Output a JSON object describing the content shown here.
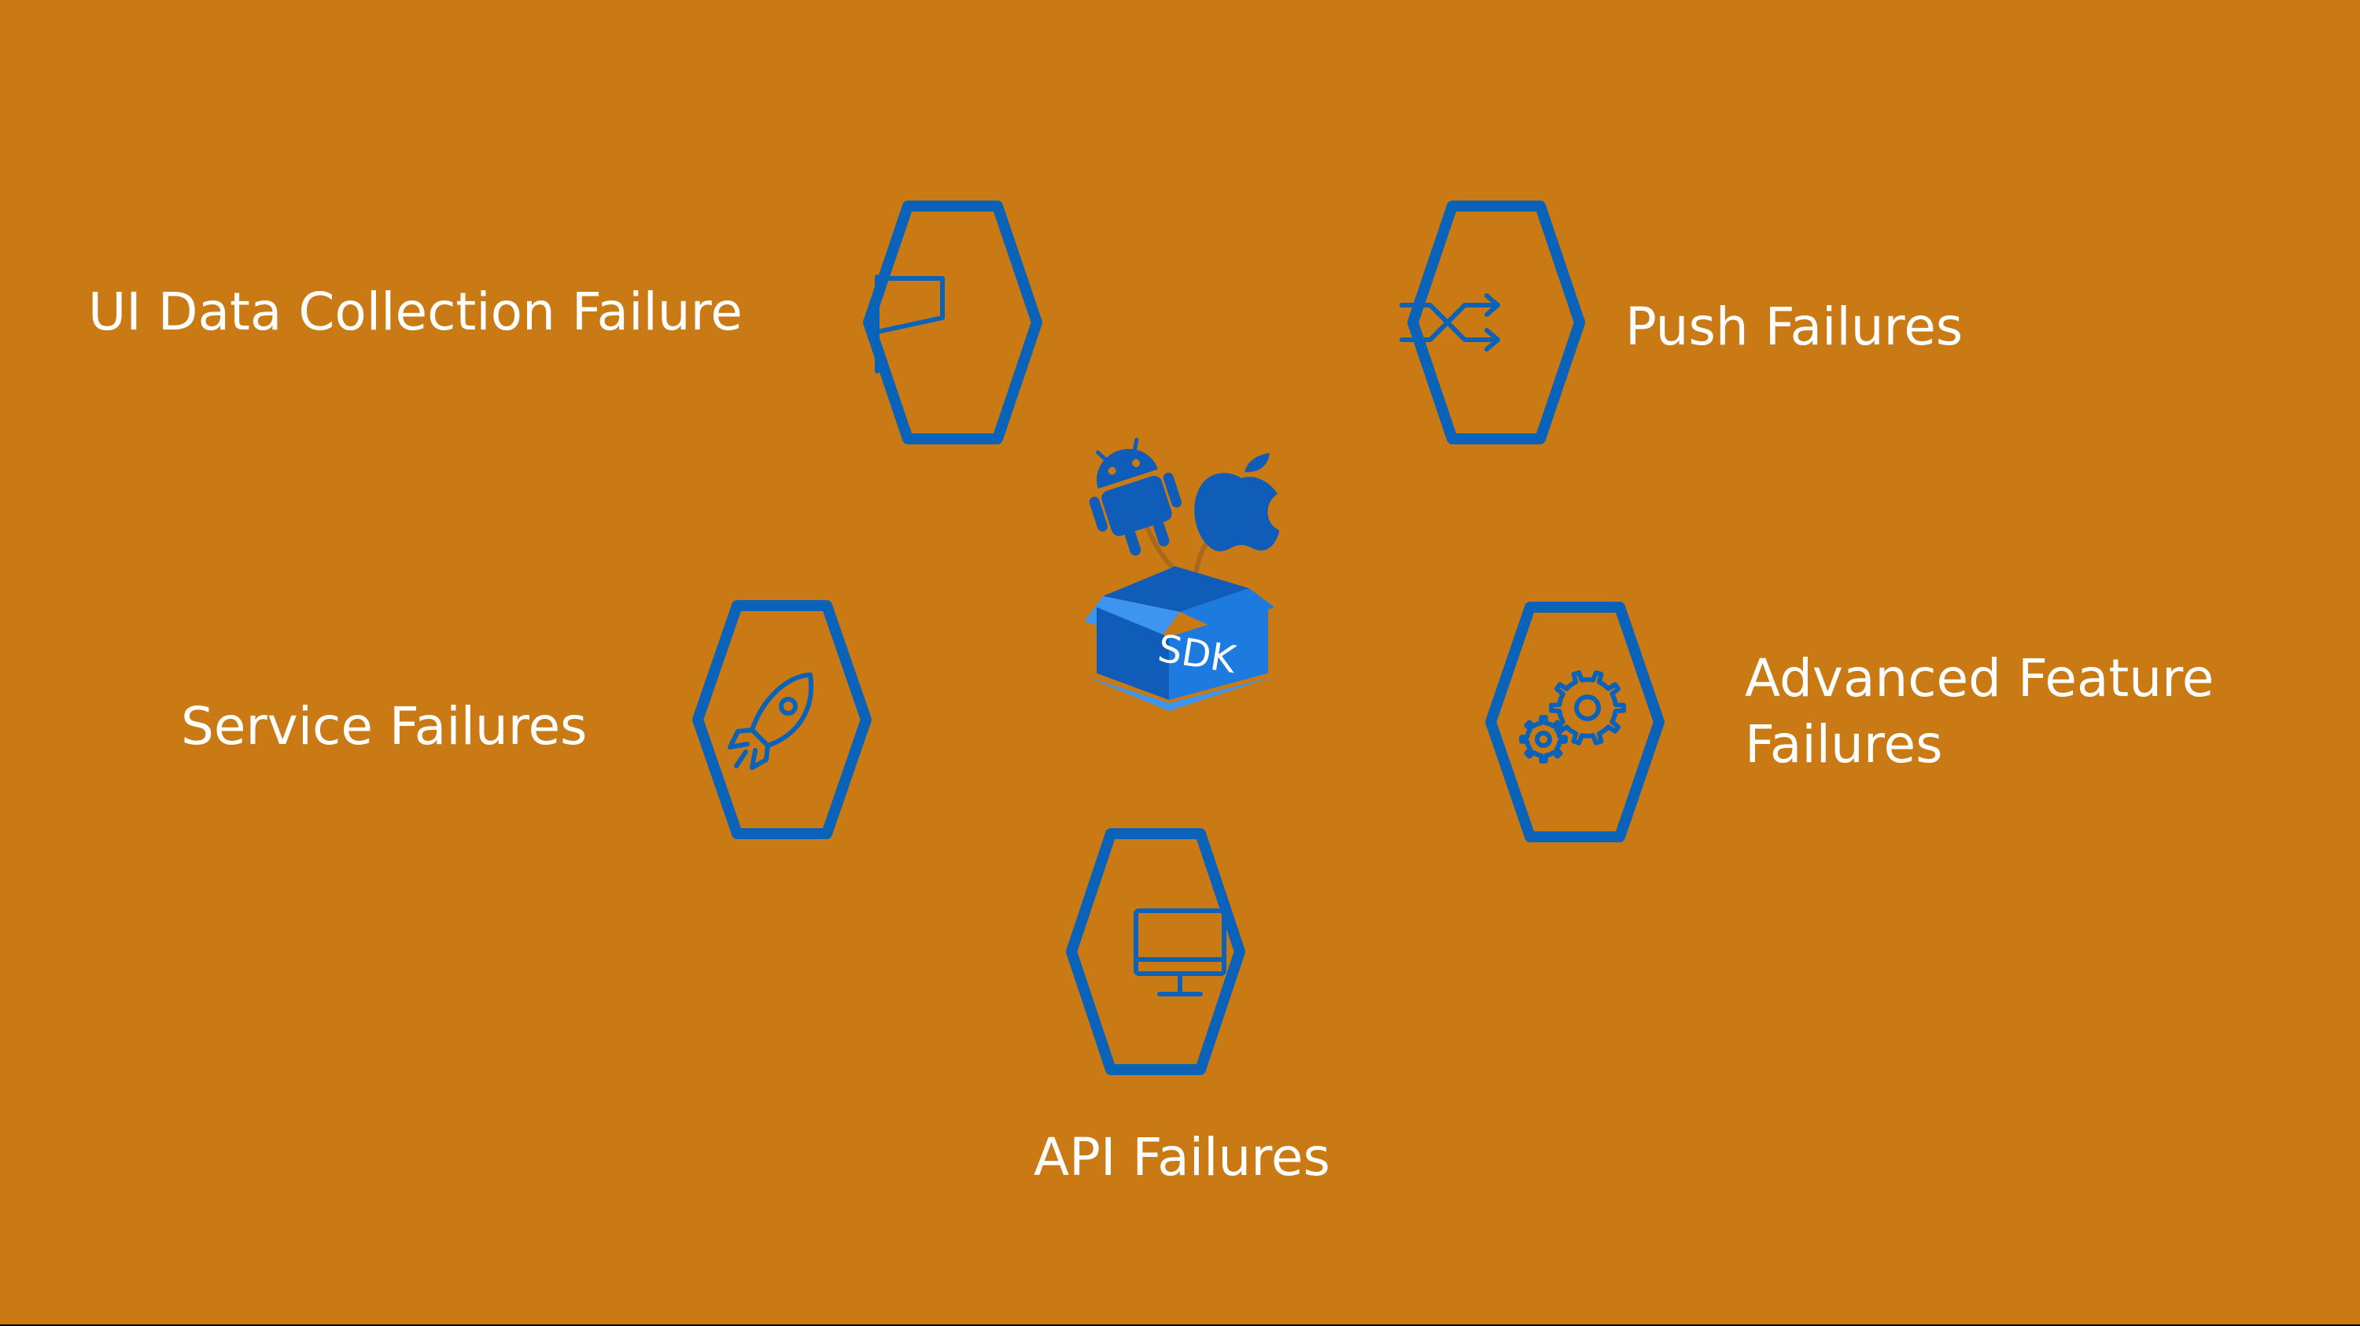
{
  "colors": {
    "background": "#c97a14",
    "hex_stroke": "#0a63b8",
    "icon_stroke": "#0a63b8",
    "text": "#ffffff",
    "sdk_box": "#1d7be0",
    "sdk_box_dark": "#0f5db8",
    "sdk_box_light": "#3d95f0",
    "sdk_text": "#ffffff"
  },
  "center": {
    "box_label": "SDK",
    "icons": [
      "android-icon",
      "apple-icon",
      "open-box-icon"
    ]
  },
  "nodes": [
    {
      "id": "ui-data-collection",
      "label": "UI Data Collection Failure",
      "icon": "flag-icon"
    },
    {
      "id": "push",
      "label": "Push Failures",
      "icon": "shuffle-icon"
    },
    {
      "id": "service",
      "label": "Service Failures",
      "icon": "rocket-icon"
    },
    {
      "id": "advanced-feature",
      "label_line1": "Advanced Feature",
      "label_line2": "Failures",
      "icon": "gears-icon"
    },
    {
      "id": "api",
      "label": "API Failures",
      "icon": "monitor-icon"
    }
  ]
}
